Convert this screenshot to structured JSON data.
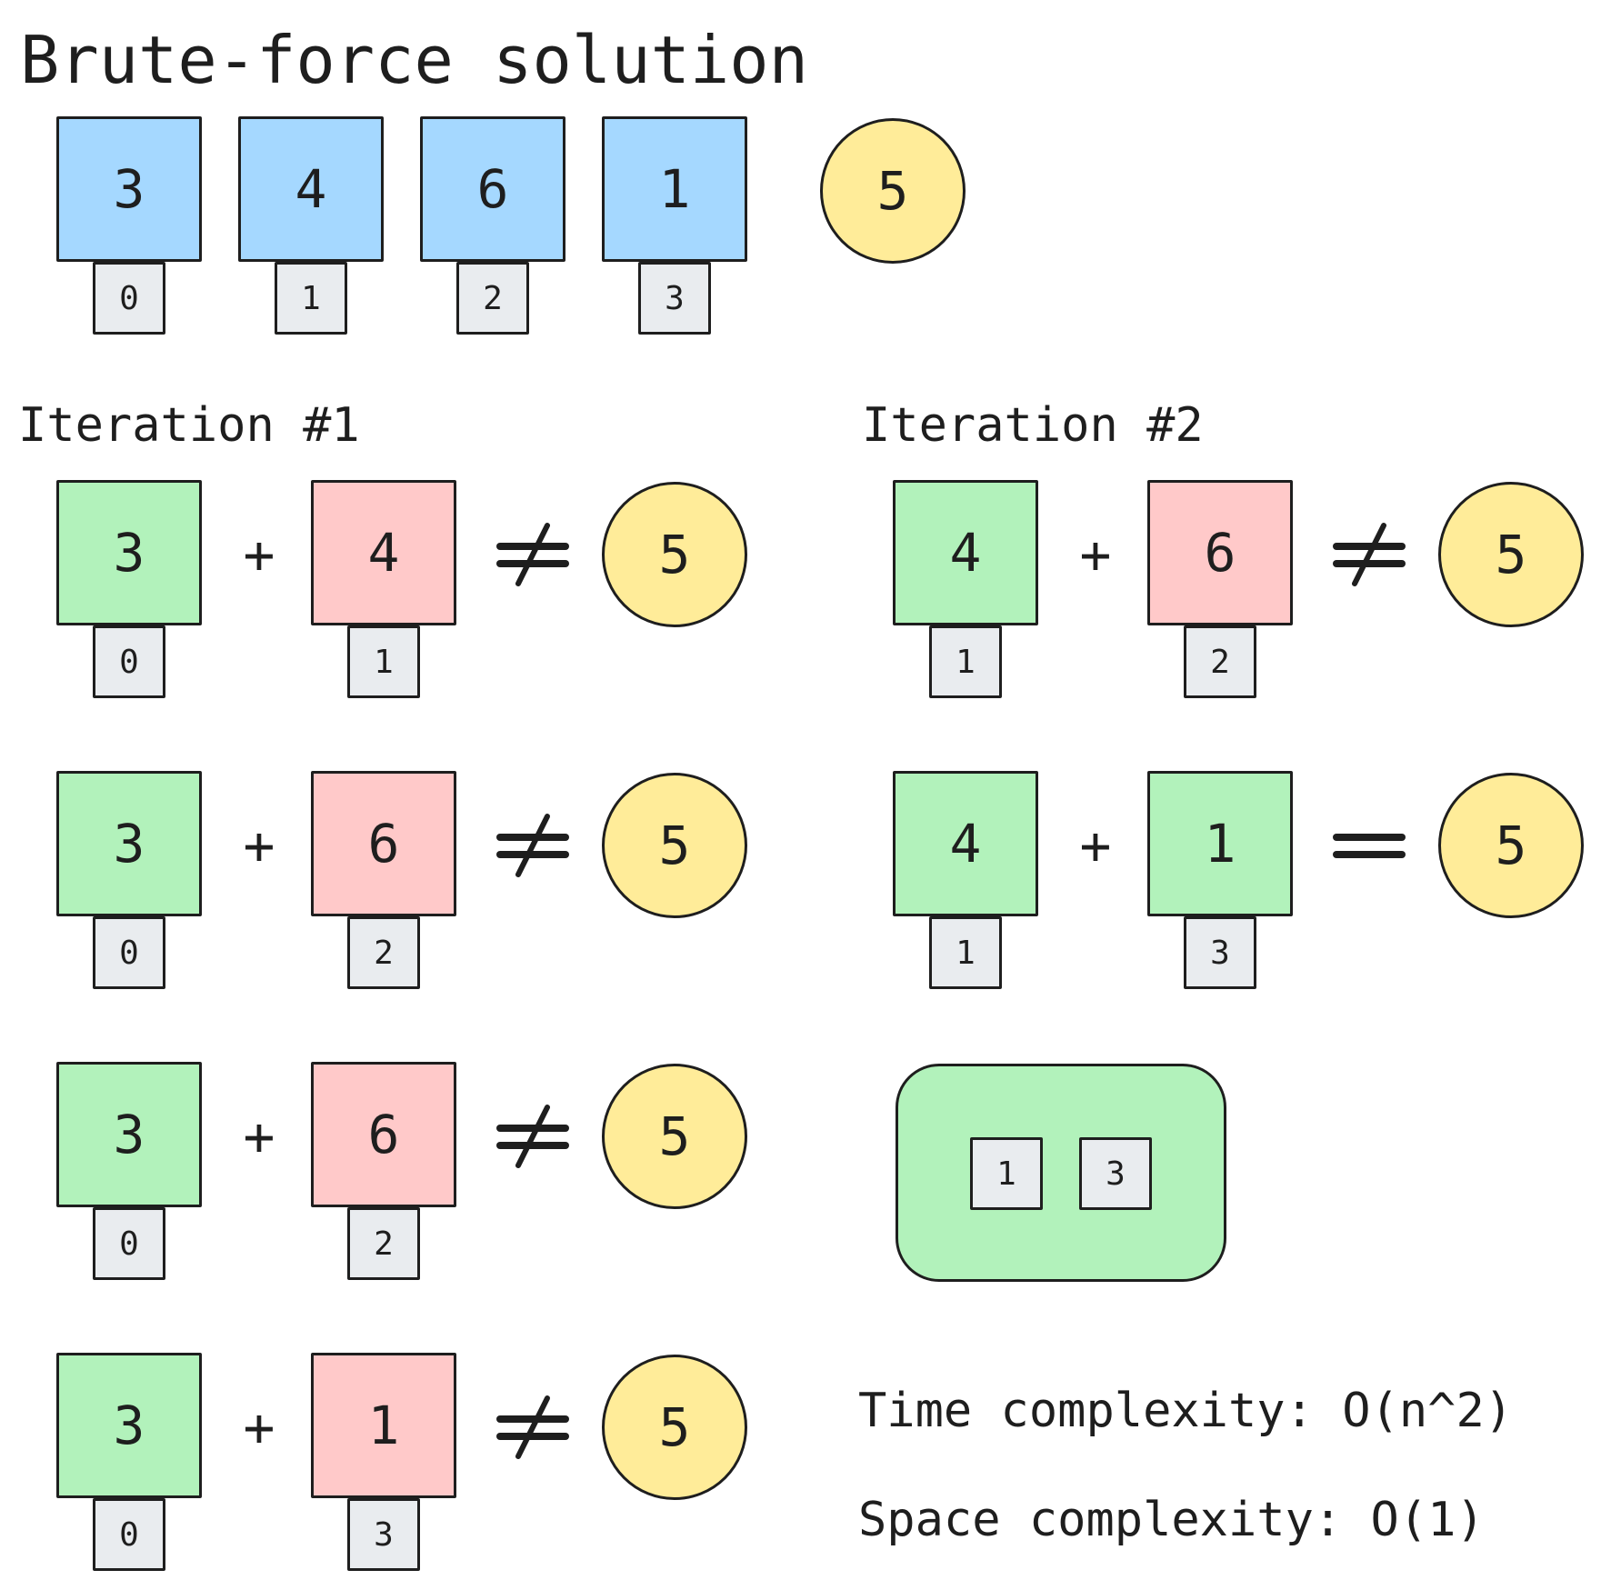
{
  "title": "Brute-force solution",
  "array": [
    {
      "value": "3",
      "index": "0"
    },
    {
      "value": "4",
      "index": "1"
    },
    {
      "value": "6",
      "index": "2"
    },
    {
      "value": "1",
      "index": "3"
    }
  ],
  "target": "5",
  "iteration1": {
    "heading": "Iteration #1",
    "rows": [
      {
        "left": {
          "value": "3",
          "index": "0"
        },
        "op": "+",
        "right": {
          "value": "4",
          "index": "1"
        },
        "relation": "≠",
        "target": "5"
      },
      {
        "left": {
          "value": "3",
          "index": "0"
        },
        "op": "+",
        "right": {
          "value": "6",
          "index": "2"
        },
        "relation": "≠",
        "target": "5"
      },
      {
        "left": {
          "value": "3",
          "index": "0"
        },
        "op": "+",
        "right": {
          "value": "6",
          "index": "2"
        },
        "relation": "≠",
        "target": "5"
      },
      {
        "left": {
          "value": "3",
          "index": "0"
        },
        "op": "+",
        "right": {
          "value": "1",
          "index": "3"
        },
        "relation": "≠",
        "target": "5"
      }
    ]
  },
  "iteration2": {
    "heading": "Iteration #2",
    "rows": [
      {
        "left": {
          "value": "4",
          "index": "1"
        },
        "op": "+",
        "right": {
          "value": "6",
          "index": "2"
        },
        "relation": "≠",
        "target": "5"
      },
      {
        "left": {
          "value": "4",
          "index": "1"
        },
        "op": "+",
        "right": {
          "value": "1",
          "index": "3"
        },
        "relation": "=",
        "target": "5"
      }
    ]
  },
  "result": [
    "1",
    "3"
  ],
  "time_complexity": "Time complexity: O(n^2)",
  "space_complexity": "Space complexity: O(1)",
  "colors": {
    "array_cell": "#a5d8ff",
    "operand_left": "#b2f2bb",
    "operand_right_mismatch": "#ffc9c9",
    "operand_right_match": "#b2f2bb",
    "target": "#ffec99",
    "index": "#e9ecef",
    "result_box": "#b2f2bb",
    "stroke": "#1e1e1e"
  }
}
